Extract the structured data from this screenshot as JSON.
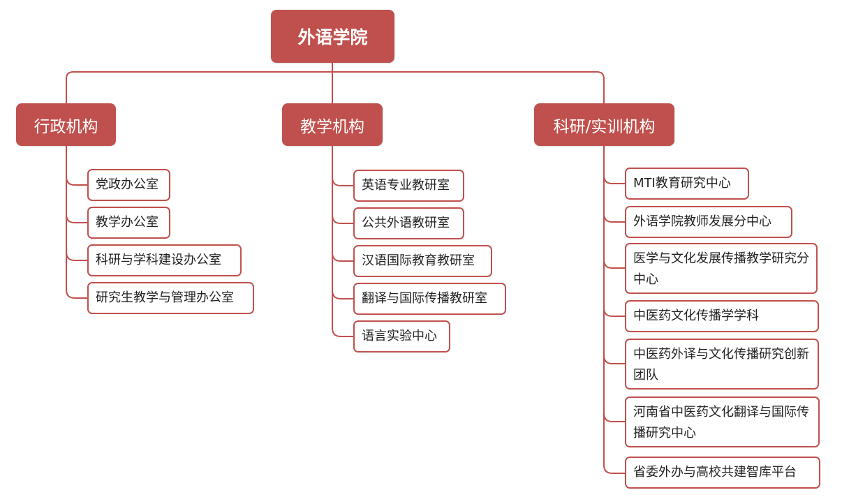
{
  "root": {
    "label": "外语学院"
  },
  "branches": [
    {
      "label": "行政机构",
      "items": [
        "党政办公室",
        "教学办公室",
        "科研与学科建设办公室",
        "研究生教学与管理办公室"
      ]
    },
    {
      "label": "教学机构",
      "items": [
        "英语专业教研室",
        "公共外语教研室",
        "汉语国际教育教研室",
        "翻译与国际传播教研室",
        "语言实验中心"
      ]
    },
    {
      "label": "科研/实训机构",
      "items": [
        "MTI教育研究中心",
        "外语学院教师发展分中心",
        "医学与文化发展传播教学研究分中心",
        "中医药文化传播学学科",
        "中医药外译与文化传播研究创新团队",
        "河南省中医药文化翻译与国际传播研究中心",
        "省委外办与高校共建智库平台"
      ]
    }
  ],
  "colors": {
    "accent": "#c0504d",
    "leaf_border": "#c0504d",
    "leaf_text": "#222222",
    "header_text": "#ffffff"
  }
}
